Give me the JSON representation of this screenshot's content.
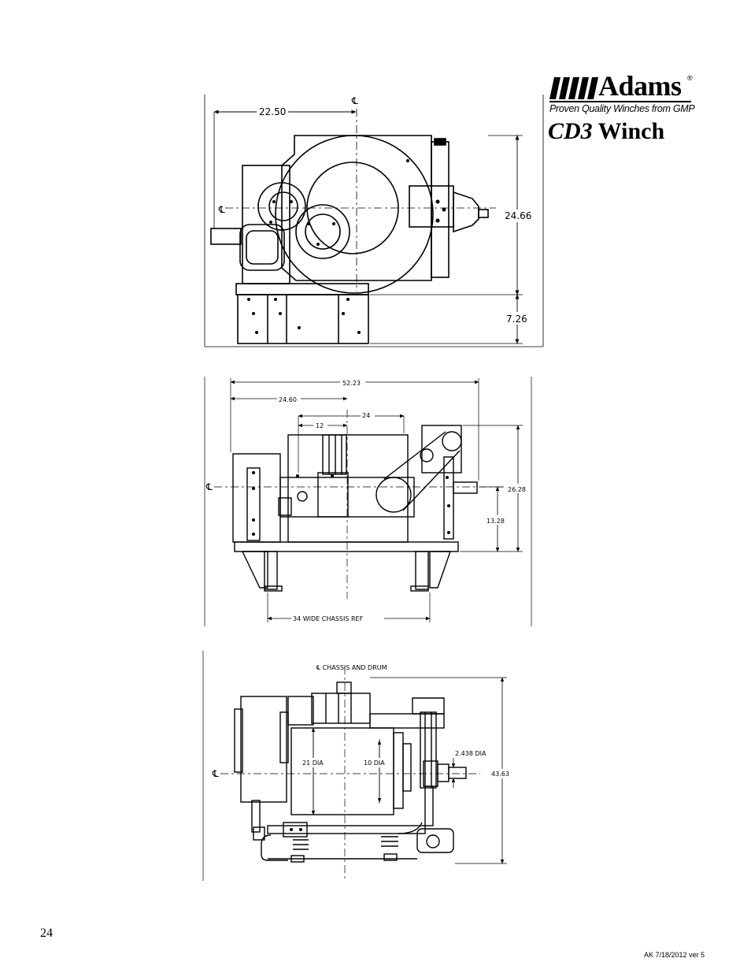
{
  "logo": {
    "brand": "Adams",
    "registered": "®",
    "tagline": "Proven Quality Winches from GMP",
    "model": "CD3",
    "model_suffix": "Winch"
  },
  "views": {
    "top": {
      "dim_offset": "22.50",
      "dim_height": "24.66",
      "dim_base": "7.26",
      "centerline": "℄"
    },
    "front": {
      "dim_overall": "52.23",
      "dim_left": "24.60",
      "dim_24": "24",
      "dim_12": "12",
      "dim_height": "26.28",
      "dim_center_height": "13.28",
      "dim_chassis": "34 WIDE CHASSIS REF",
      "centerline": "℄"
    },
    "side": {
      "label_chassis": "℄ CHASSIS AND DRUM",
      "dim_drum_outer": "21 DIA",
      "dim_drum_inner": "10 DIA",
      "dim_shaft": "2.438 DIA",
      "dim_height": "43.63",
      "centerline": "℄"
    }
  },
  "footer": {
    "page_number": "24",
    "doc_ref": "AK 7/18/2012 ver 5"
  }
}
